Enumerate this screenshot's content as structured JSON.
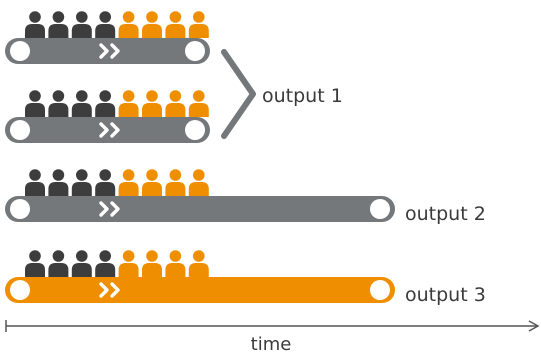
{
  "colors": {
    "gray": "#75787b",
    "dark": "#3d3d3d",
    "orange": "#ef8f00",
    "text": "#3a3a3a"
  },
  "conveyors": [
    {
      "id": "conveyor-1",
      "color": "gray",
      "people": {
        "dark": 4,
        "orange": 4
      },
      "icon": "double-chevron-right"
    },
    {
      "id": "conveyor-2",
      "color": "gray",
      "people": {
        "dark": 4,
        "orange": 4
      },
      "icon": "double-chevron-right"
    },
    {
      "id": "conveyor-3",
      "color": "gray",
      "people": {
        "dark": 4,
        "orange": 4
      },
      "icon": "double-chevron-right"
    },
    {
      "id": "conveyor-4",
      "color": "orange",
      "people": {
        "dark": 4,
        "orange": 4
      },
      "icon": "double-chevron-right"
    }
  ],
  "labels": {
    "output1": "output 1",
    "output2": "output 2",
    "output3": "output 3",
    "axis": "time"
  }
}
